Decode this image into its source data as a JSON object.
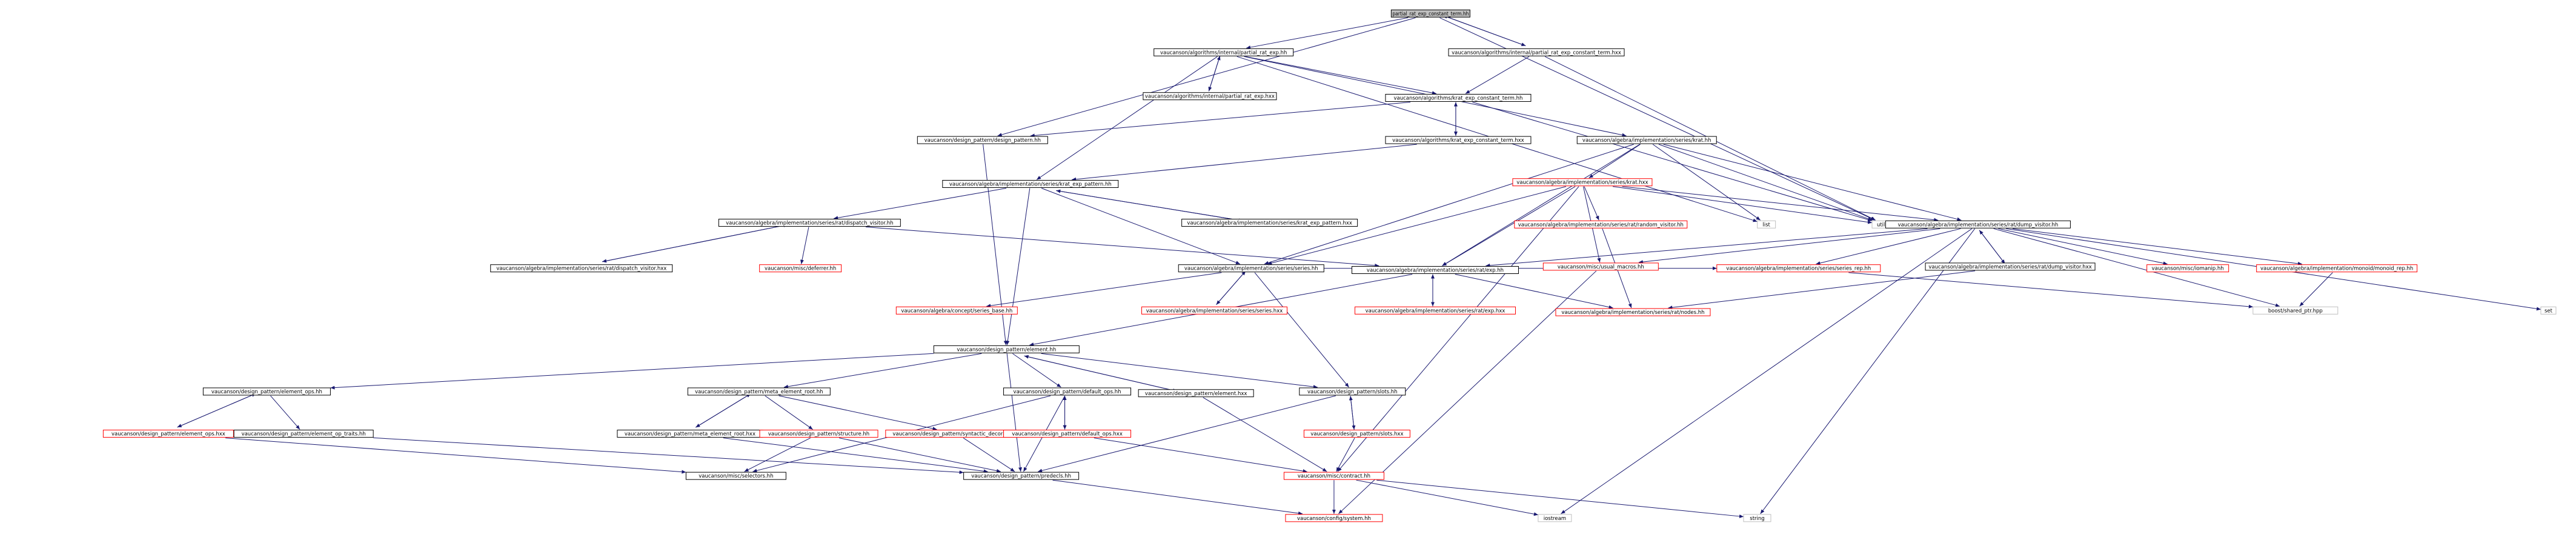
{
  "colors": {
    "edge": "#191970",
    "root_fill": "#bfbfbf",
    "border_normal": "#000000",
    "border_missing_docs": "#ff0000",
    "border_external": "#bfbfbf",
    "background": "#ffffff"
  },
  "nodes": [
    {
      "id": "root",
      "label": "partial_rat_exp_constant_term.hh",
      "style": "root"
    },
    {
      "id": "n_partial_rat_exp_hh",
      "label": "vaucanson/algorithms/internal/partial_rat_exp.hh",
      "style": "normal"
    },
    {
      "id": "n_pretc_hxx",
      "label": "vaucanson/algorithms/internal/partial_rat_exp_constant_term.hxx",
      "style": "normal"
    },
    {
      "id": "n_partial_rat_exp_hxx",
      "label": "vaucanson/algorithms/internal/partial_rat_exp.hxx",
      "style": "normal"
    },
    {
      "id": "n_krat_ect_hh",
      "label": "vaucanson/algorithms/krat_exp_constant_term.hh",
      "style": "normal"
    },
    {
      "id": "n_krat_ect_hxx",
      "label": "vaucanson/algorithms/krat_exp_constant_term.hxx",
      "style": "normal"
    },
    {
      "id": "n_design_pattern_hh",
      "label": "vaucanson/design_pattern/design_pattern.hh",
      "style": "normal"
    },
    {
      "id": "n_krat_hh",
      "label": "vaucanson/algebra/implementation/series/krat.hh",
      "style": "normal"
    },
    {
      "id": "n_krat_hxx",
      "label": "vaucanson/algebra/implementation/series/krat.hxx",
      "style": "missing"
    },
    {
      "id": "n_krat_ep_hh",
      "label": "vaucanson/algebra/implementation/series/krat_exp_pattern.hh",
      "style": "normal"
    },
    {
      "id": "n_krat_ep_hxx",
      "label": "vaucanson/algebra/implementation/series/krat_exp_pattern.hxx",
      "style": "normal"
    },
    {
      "id": "n_dispatch_hh",
      "label": "vaucanson/algebra/implementation/series/rat/dispatch_visitor.hh",
      "style": "normal"
    },
    {
      "id": "n_dispatch_hxx",
      "label": "vaucanson/algebra/implementation/series/rat/dispatch_visitor.hxx",
      "style": "normal"
    },
    {
      "id": "n_deferrer",
      "label": "vaucanson/misc/deferrer.hh",
      "style": "missing"
    },
    {
      "id": "n_series_hh",
      "label": "vaucanson/algebra/implementation/series/series.hh",
      "style": "normal"
    },
    {
      "id": "n_series_hxx",
      "label": "vaucanson/algebra/implementation/series/series.hxx",
      "style": "missing"
    },
    {
      "id": "n_series_base",
      "label": "vaucanson/algebra/concept/series_base.hh",
      "style": "missing"
    },
    {
      "id": "n_random_visitor",
      "label": "vaucanson/algebra/implementation/series/rat/random_visitor.hh",
      "style": "missing"
    },
    {
      "id": "n_list",
      "label": "list",
      "style": "external"
    },
    {
      "id": "n_utility",
      "label": "utility",
      "style": "external"
    },
    {
      "id": "n_dump_hh",
      "label": "vaucanson/algebra/implementation/series/rat/dump_visitor.hh",
      "style": "normal"
    },
    {
      "id": "n_dump_hxx",
      "label": "vaucanson/algebra/implementation/series/rat/dump_visitor.hxx",
      "style": "normal"
    },
    {
      "id": "n_exp_hh",
      "label": "vaucanson/algebra/implementation/series/rat/exp.hh",
      "style": "normal"
    },
    {
      "id": "n_exp_hxx",
      "label": "vaucanson/algebra/implementation/series/rat/exp.hxx",
      "style": "missing"
    },
    {
      "id": "n_usual_macros",
      "label": "vaucanson/misc/usual_macros.hh",
      "style": "missing"
    },
    {
      "id": "n_series_rep",
      "label": "vaucanson/algebra/implementation/series/series_rep.hh",
      "style": "missing"
    },
    {
      "id": "n_nodes",
      "label": "vaucanson/algebra/implementation/series/rat/nodes.hh",
      "style": "missing"
    },
    {
      "id": "n_iomanip",
      "label": "vaucanson/misc/iomanip.hh",
      "style": "missing"
    },
    {
      "id": "n_monoid_rep",
      "label": "vaucanson/algebra/implementation/monoid/monoid_rep.hh",
      "style": "missing"
    },
    {
      "id": "n_shared_ptr",
      "label": "boost/shared_ptr.hpp",
      "style": "external"
    },
    {
      "id": "n_set",
      "label": "set",
      "style": "external"
    },
    {
      "id": "n_element_hh",
      "label": "vaucanson/design_pattern/element.hh",
      "style": "normal"
    },
    {
      "id": "n_element_ops_hh",
      "label": "vaucanson/design_pattern/element_ops.hh",
      "style": "normal"
    },
    {
      "id": "n_element_ops_hxx",
      "label": "vaucanson/design_pattern/element_ops.hxx",
      "style": "missing"
    },
    {
      "id": "n_element_op_traits",
      "label": "vaucanson/design_pattern/element_op_traits.hh",
      "style": "normal"
    },
    {
      "id": "n_meta_root_hh",
      "label": "vaucanson/design_pattern/meta_element_root.hh",
      "style": "normal"
    },
    {
      "id": "n_meta_root_hxx",
      "label": "vaucanson/design_pattern/meta_element_root.hxx",
      "style": "normal"
    },
    {
      "id": "n_structure",
      "label": "vaucanson/design_pattern/structure.hh",
      "style": "missing"
    },
    {
      "id": "n_syntactic",
      "label": "vaucanson/design_pattern/syntactic_decorator.hh",
      "style": "missing"
    },
    {
      "id": "n_default_ops_hh",
      "label": "vaucanson/design_pattern/default_ops.hh",
      "style": "normal"
    },
    {
      "id": "n_default_ops_hxx",
      "label": "vaucanson/design_pattern/default_ops.hxx",
      "style": "missing"
    },
    {
      "id": "n_element_hxx",
      "label": "vaucanson/design_pattern/element.hxx",
      "style": "normal"
    },
    {
      "id": "n_slots_hh",
      "label": "vaucanson/design_pattern/slots.hh",
      "style": "normal"
    },
    {
      "id": "n_slots_hxx",
      "label": "vaucanson/design_pattern/slots.hxx",
      "style": "missing"
    },
    {
      "id": "n_selectors",
      "label": "vaucanson/misc/selectors.hh",
      "style": "normal"
    },
    {
      "id": "n_predecls",
      "label": "vaucanson/design_pattern/predecls.hh",
      "style": "normal"
    },
    {
      "id": "n_contract",
      "label": "vaucanson/misc/contract.hh",
      "style": "missing"
    },
    {
      "id": "n_system",
      "label": "vaucanson/config/system.hh",
      "style": "missing"
    },
    {
      "id": "n_iostream",
      "label": "iostream",
      "style": "external"
    },
    {
      "id": "n_string",
      "label": "string",
      "style": "external"
    }
  ],
  "edges": [
    [
      "root",
      "n_partial_rat_exp_hh"
    ],
    [
      "root",
      "n_pretc_hxx"
    ],
    [
      "root",
      "n_design_pattern_hh"
    ],
    [
      "root",
      "n_utility"
    ],
    [
      "n_pretc_hxx",
      "root"
    ],
    [
      "n_pretc_hxx",
      "n_krat_ect_hh"
    ],
    [
      "n_pretc_hxx",
      "n_utility"
    ],
    [
      "n_partial_rat_exp_hh",
      "n_partial_rat_exp_hxx"
    ],
    [
      "n_partial_rat_exp_hxx",
      "n_partial_rat_exp_hh"
    ],
    [
      "n_partial_rat_exp_hh",
      "n_krat_ect_hh"
    ],
    [
      "n_partial_rat_exp_hh",
      "n_krat_ep_hh"
    ],
    [
      "n_partial_rat_exp_hh",
      "n_krat_hh"
    ],
    [
      "n_partial_rat_exp_hh",
      "n_list"
    ],
    [
      "n_krat_ect_hh",
      "n_krat_ect_hxx"
    ],
    [
      "n_krat_ect_hxx",
      "n_krat_ect_hh"
    ],
    [
      "n_krat_ect_hh",
      "n_design_pattern_hh"
    ],
    [
      "n_krat_ect_hh",
      "n_utility"
    ],
    [
      "n_krat_ect_hxx",
      "n_krat_ep_hh"
    ],
    [
      "n_design_pattern_hh",
      "n_element_hh"
    ],
    [
      "n_krat_hh",
      "n_krat_hxx"
    ],
    [
      "n_krat_hh",
      "n_series_hh"
    ],
    [
      "n_krat_hh",
      "n_exp_hh"
    ],
    [
      "n_krat_hh",
      "n_dump_hh"
    ],
    [
      "n_krat_hh",
      "n_list"
    ],
    [
      "n_krat_hh",
      "n_utility"
    ],
    [
      "n_krat_hxx",
      "n_series_hh"
    ],
    [
      "n_krat_hxx",
      "n_exp_hh"
    ],
    [
      "n_krat_hxx",
      "n_random_visitor"
    ],
    [
      "n_krat_hxx",
      "n_dump_hh"
    ],
    [
      "n_krat_hxx",
      "n_usual_macros"
    ],
    [
      "n_krat_hxx",
      "n_contract"
    ],
    [
      "n_krat_hxx",
      "n_utility"
    ],
    [
      "n_krat_ep_hh",
      "n_krat_ep_hxx"
    ],
    [
      "n_krat_ep_hxx",
      "n_krat_ep_hh"
    ],
    [
      "n_krat_ep_hh",
      "n_dispatch_hh"
    ],
    [
      "n_krat_ep_hh",
      "n_series_hh"
    ],
    [
      "n_krat_ep_hh",
      "n_element_hh"
    ],
    [
      "n_dispatch_hh",
      "n_dispatch_hxx"
    ],
    [
      "n_dispatch_hxx",
      "n_dispatch_hh"
    ],
    [
      "n_dispatch_hh",
      "n_deferrer"
    ],
    [
      "n_dispatch_hh",
      "n_exp_hh"
    ],
    [
      "n_series_hh",
      "n_series_hxx"
    ],
    [
      "n_series_hxx",
      "n_series_hh"
    ],
    [
      "n_series_hh",
      "n_series_base"
    ],
    [
      "n_series_hh",
      "n_series_rep"
    ],
    [
      "n_series_hh",
      "n_slots_hh"
    ],
    [
      "n_random_visitor",
      "n_nodes"
    ],
    [
      "n_dump_hh",
      "n_dump_hxx"
    ],
    [
      "n_dump_hxx",
      "n_dump_hh"
    ],
    [
      "n_dump_hh",
      "n_exp_hh"
    ],
    [
      "n_dump_hh",
      "n_usual_macros"
    ],
    [
      "n_dump_hh",
      "n_series_rep"
    ],
    [
      "n_dump_hh",
      "n_iomanip"
    ],
    [
      "n_dump_hh",
      "n_monoid_rep"
    ],
    [
      "n_dump_hh",
      "n_set"
    ],
    [
      "n_dump_hh",
      "n_shared_ptr"
    ],
    [
      "n_dump_hh",
      "n_iostream"
    ],
    [
      "n_dump_hh",
      "n_string"
    ],
    [
      "n_dump_hxx",
      "n_nodes"
    ],
    [
      "n_series_rep",
      "n_shared_ptr"
    ],
    [
      "n_monoid_rep",
      "n_shared_ptr"
    ],
    [
      "n_exp_hh",
      "n_exp_hxx"
    ],
    [
      "n_exp_hxx",
      "n_exp_hh"
    ],
    [
      "n_exp_hh",
      "n_element_hh"
    ],
    [
      "n_exp_hh",
      "n_nodes"
    ],
    [
      "n_usual_macros",
      "n_system"
    ],
    [
      "n_element_hh",
      "n_element_ops_hh"
    ],
    [
      "n_element_hh",
      "n_meta_root_hh"
    ],
    [
      "n_element_hh",
      "n_default_ops_hh"
    ],
    [
      "n_element_hh",
      "n_element_hxx"
    ],
    [
      "n_element_hxx",
      "n_element_hh"
    ],
    [
      "n_element_hh",
      "n_slots_hh"
    ],
    [
      "n_element_hh",
      "n_predecls"
    ],
    [
      "n_element_ops_hh",
      "n_element_ops_hxx"
    ],
    [
      "n_element_ops_hxx",
      "n_element_ops_hh"
    ],
    [
      "n_element_ops_hh",
      "n_element_op_traits"
    ],
    [
      "n_element_ops_hxx",
      "n_selectors"
    ],
    [
      "n_element_op_traits",
      "n_predecls"
    ],
    [
      "n_meta_root_hh",
      "n_meta_root_hxx"
    ],
    [
      "n_meta_root_hxx",
      "n_meta_root_hh"
    ],
    [
      "n_meta_root_hh",
      "n_structure"
    ],
    [
      "n_meta_root_hh",
      "n_syntactic"
    ],
    [
      "n_meta_root_hxx",
      "n_predecls"
    ],
    [
      "n_structure",
      "n_predecls"
    ],
    [
      "n_structure",
      "n_selectors"
    ],
    [
      "n_syntactic",
      "n_predecls"
    ],
    [
      "n_default_ops_hh",
      "n_default_ops_hxx"
    ],
    [
      "n_default_ops_hxx",
      "n_default_ops_hh"
    ],
    [
      "n_default_ops_hh",
      "n_predecls"
    ],
    [
      "n_default_ops_hh",
      "n_selectors"
    ],
    [
      "n_default_ops_hxx",
      "n_contract"
    ],
    [
      "n_element_hxx",
      "n_contract"
    ],
    [
      "n_slots_hh",
      "n_slots_hxx"
    ],
    [
      "n_slots_hxx",
      "n_slots_hh"
    ],
    [
      "n_slots_hh",
      "n_predecls"
    ],
    [
      "n_slots_hxx",
      "n_contract"
    ],
    [
      "n_predecls",
      "n_system"
    ],
    [
      "n_contract",
      "n_system"
    ],
    [
      "n_contract",
      "n_iostream"
    ],
    [
      "n_contract",
      "n_string"
    ]
  ]
}
